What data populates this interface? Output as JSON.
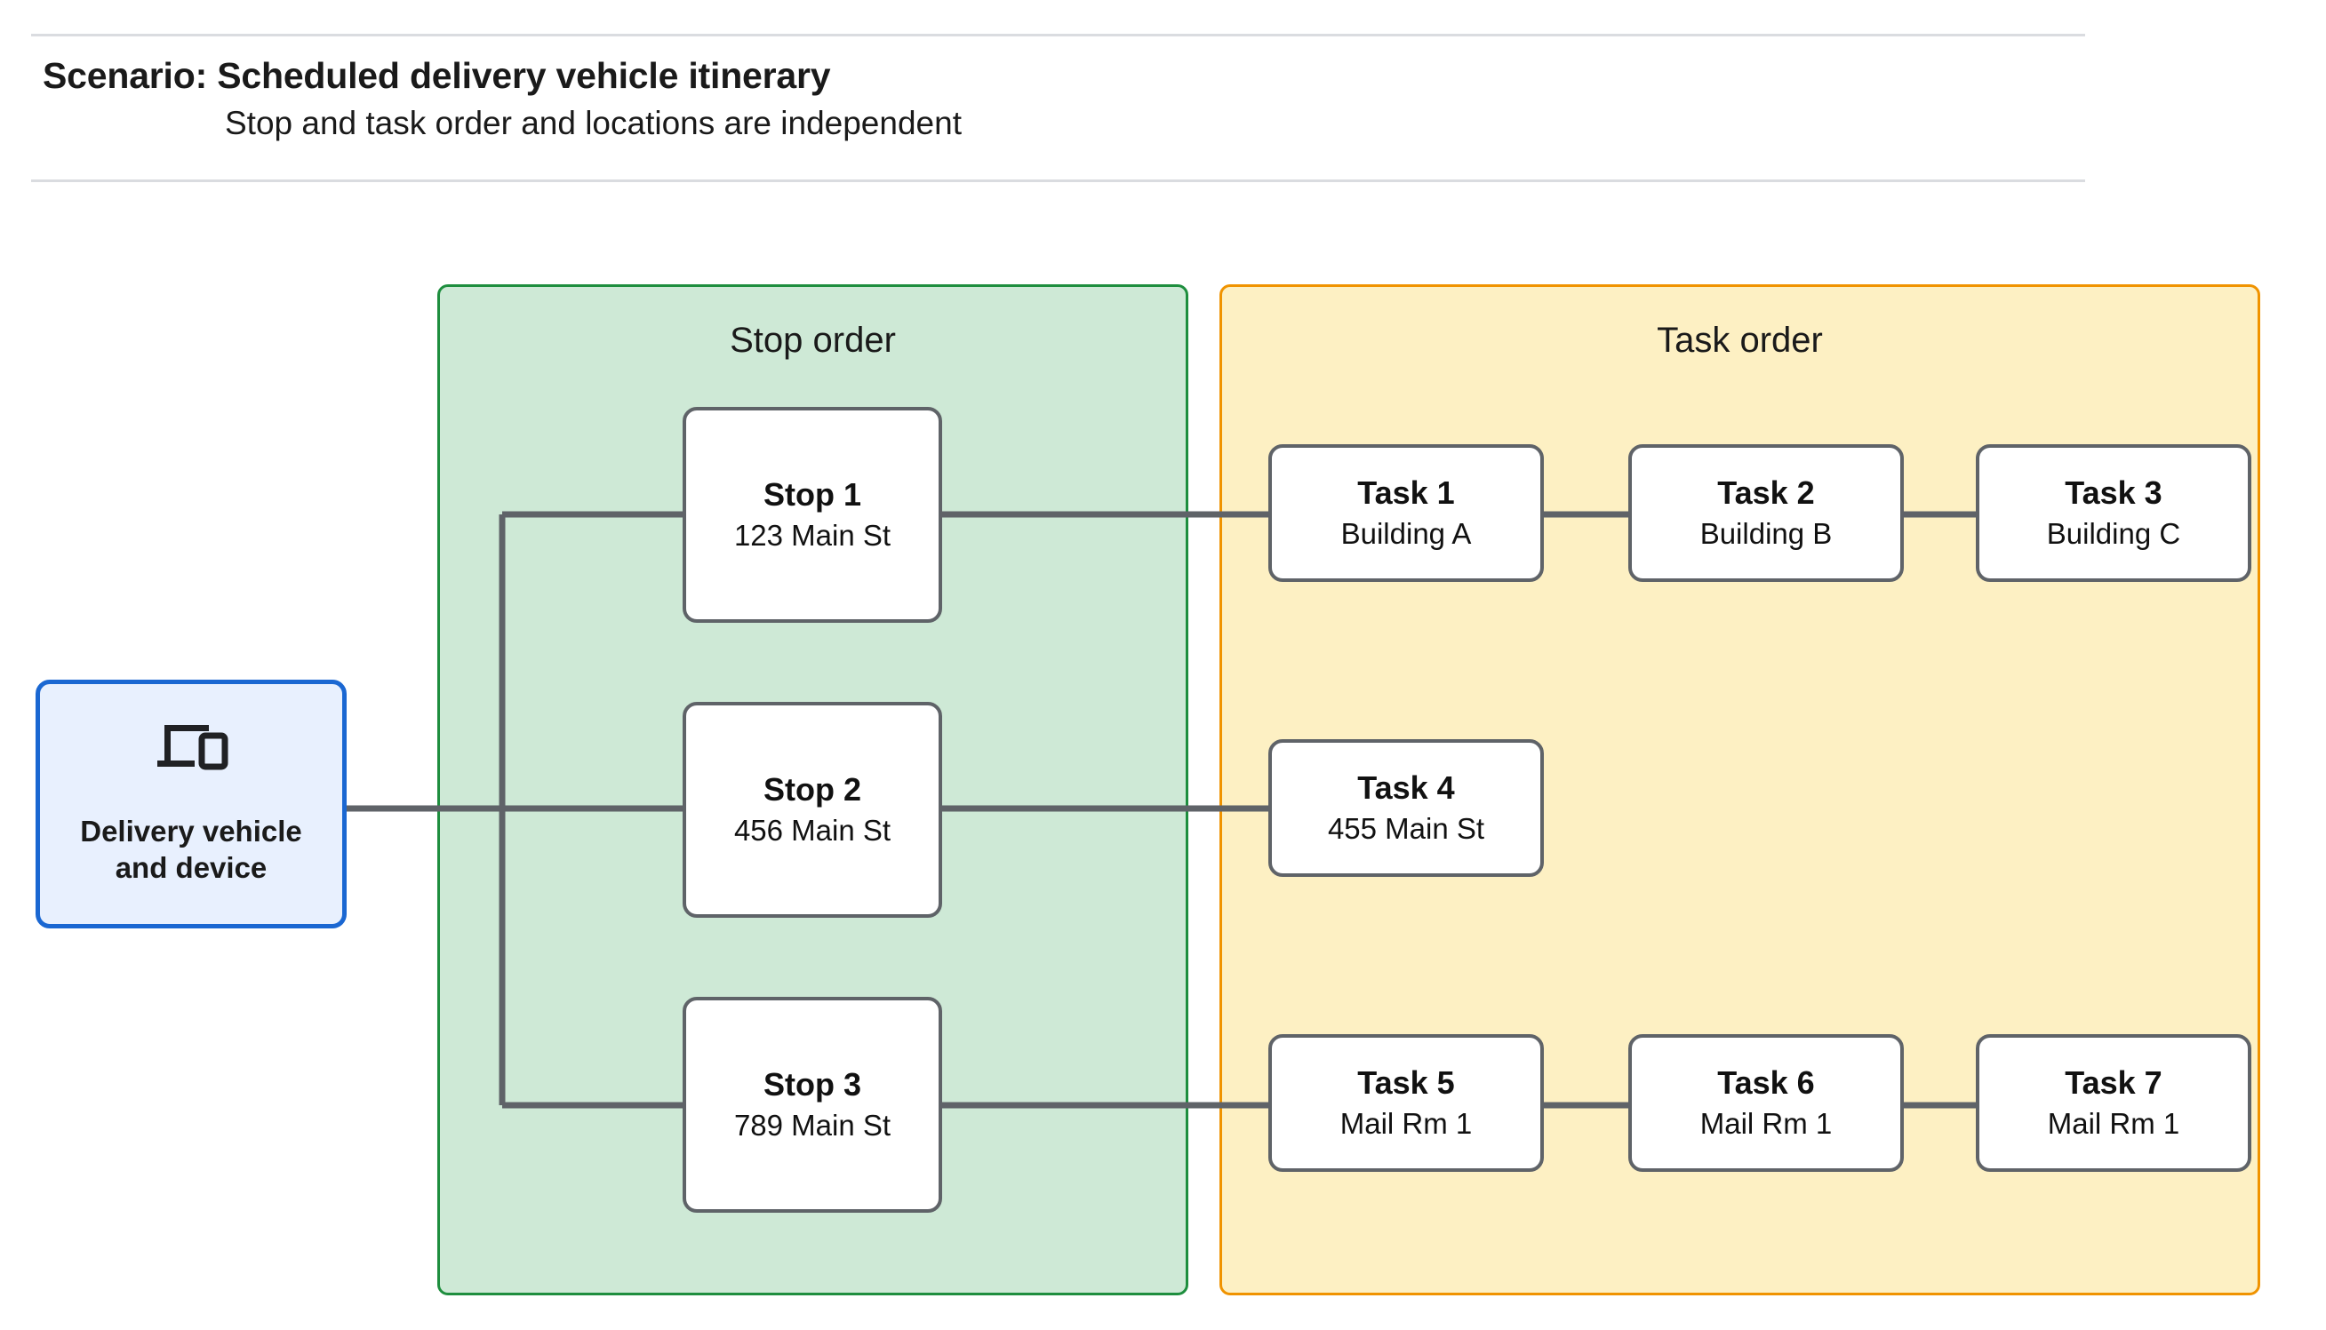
{
  "header": {
    "title": "Scenario: Scheduled delivery vehicle itinerary",
    "subtitle": "Stop and task order and locations are independent"
  },
  "vehicle": {
    "icon": "devices-icon",
    "label_line1": "Delivery vehicle",
    "label_line2": "and device"
  },
  "panels": {
    "stop": {
      "label": "Stop order",
      "fill": "#cee9d6",
      "border": "#1e8e3e"
    },
    "task": {
      "label": "Task order",
      "fill": "#fdf0c3",
      "border": "#f09300"
    }
  },
  "stops": [
    {
      "title": "Stop 1",
      "address": "123 Main St"
    },
    {
      "title": "Stop 2",
      "address": "456 Main St"
    },
    {
      "title": "Stop 3",
      "address": "789 Main St"
    }
  ],
  "task_rows": [
    [
      {
        "title": "Task 1",
        "location": "Building A"
      },
      {
        "title": "Task 2",
        "location": "Building B"
      },
      {
        "title": "Task 3",
        "location": "Building C"
      }
    ],
    [
      {
        "title": "Task 4",
        "location": "455 Main St"
      }
    ],
    [
      {
        "title": "Task 5",
        "location": "Mail Rm 1"
      },
      {
        "title": "Task 6",
        "location": "Mail Rm 1"
      },
      {
        "title": "Task 7",
        "location": "Mail Rm 1"
      }
    ]
  ],
  "colors": {
    "connector": "#5f6368",
    "node_border": "#5f6368",
    "vehicle_border": "#1a67d2",
    "vehicle_fill": "#e8f0fe",
    "rule": "#dadce0"
  }
}
